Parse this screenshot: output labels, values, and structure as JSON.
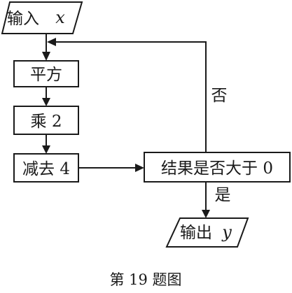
{
  "flowchart": {
    "input": {
      "prefix": "输入",
      "variable": "x"
    },
    "step_square": "平方",
    "step_multiply": "乘 2",
    "step_subtract": "减去 4",
    "decision": "结果是否大于 0",
    "no_label": "否",
    "yes_label": "是",
    "output": {
      "prefix": "输出",
      "variable": "y"
    }
  },
  "caption": "第 19 题图"
}
